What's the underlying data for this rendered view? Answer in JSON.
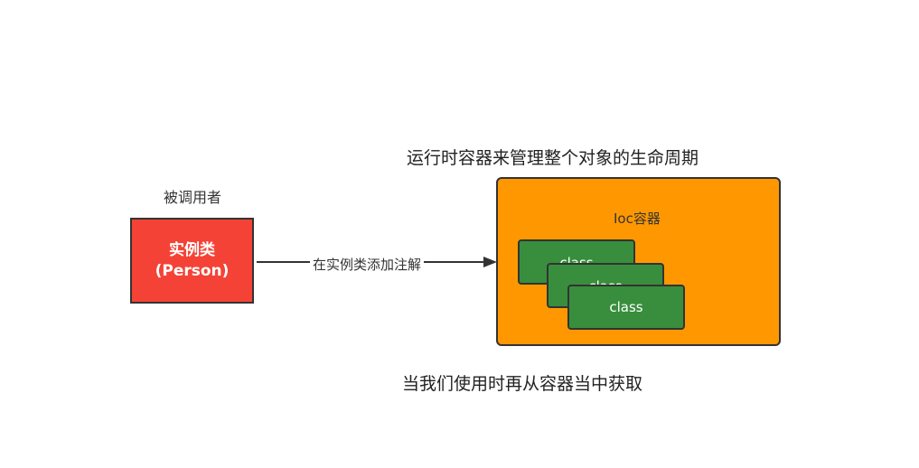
{
  "diagram": {
    "callee_label": "被调用者",
    "instance_box": {
      "line1": "实例类",
      "line2": "(Person)",
      "color": "#f44336"
    },
    "arrow_label": "在实例类添加注解",
    "runtime_title": "运行时容器来管理整个对象的生命周期",
    "container": {
      "label": "Ioc容器",
      "color": "#ff9800",
      "classes": [
        "class",
        "class",
        "class"
      ],
      "class_color": "#388e3c"
    },
    "fetch_caption": "当我们使用时再从容器当中获取"
  }
}
